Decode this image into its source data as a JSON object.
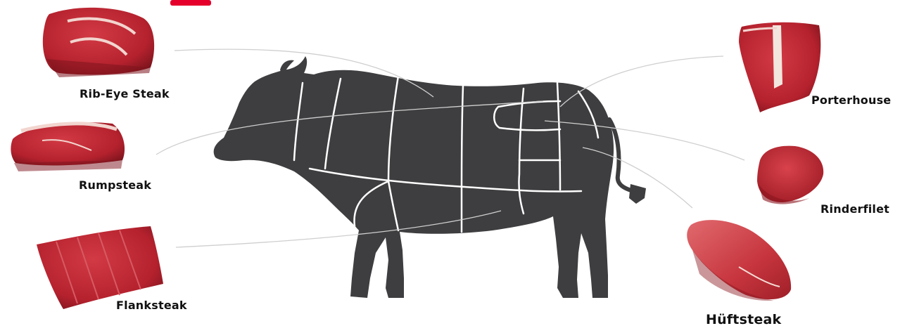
{
  "colors": {
    "cow": "#3e3e40",
    "cut_lines": "#ffffff",
    "leader_lines": "#cfcfcf",
    "meat": "#b5222e",
    "meat_dark": "#8a1620",
    "fat": "#f3dcd6",
    "accent": "#e4002b"
  },
  "cuts": [
    {
      "id": "rib-eye",
      "label": "Rib-Eye Steak",
      "icon": "rib-eye-steak-image"
    },
    {
      "id": "rump",
      "label": "Rumpsteak",
      "icon": "rumpsteak-image"
    },
    {
      "id": "flank",
      "label": "Flanksteak",
      "icon": "flanksteak-image"
    },
    {
      "id": "porterhouse",
      "label": "Porterhouse",
      "icon": "porterhouse-image"
    },
    {
      "id": "filet",
      "label": "Rinderfilet",
      "icon": "rinderfilet-image"
    },
    {
      "id": "hueft",
      "label": "Hüftsteak",
      "icon": "hueftsteak-image"
    }
  ]
}
